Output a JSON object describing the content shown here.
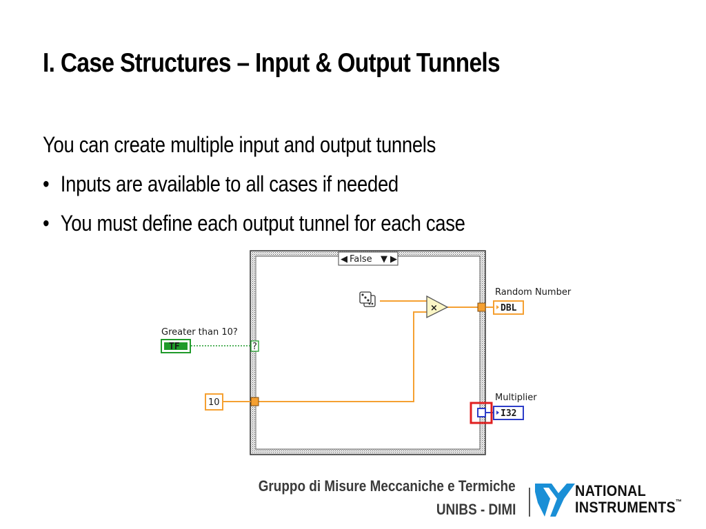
{
  "slide": {
    "title": "I. Case Structures – Input & Output Tunnels",
    "intro": "You can create multiple input and output tunnels",
    "bullets": [
      "Inputs are available to all cases if needed",
      "You must define each output tunnel for each case"
    ],
    "bullet_symbol": "•"
  },
  "diagram": {
    "case_selector": "False",
    "selector_prev": "◀",
    "selector_next": "▶",
    "selector_arrow": "▼",
    "multiply_symbol": "×",
    "selector_terminal": "?",
    "controls": {
      "boolean_label": "Greater than 10?",
      "boolean_type": "TF",
      "constant_value": "10"
    },
    "indicators": {
      "random_label": "Random Number",
      "random_type": "DBL",
      "multiplier_label": "Multiplier",
      "multiplier_type": "I32"
    },
    "colors": {
      "wire_numeric": "#f5a031",
      "wire_boolean": "#1f9a2a",
      "wire_integer": "#2c3cc8",
      "highlight": "#e02020"
    }
  },
  "footer": {
    "line1": "Gruppo di Misure Meccaniche e Termiche",
    "line2": "UNIBS - DIMI"
  },
  "logo": {
    "line1": "NATIONAL",
    "line2": "INSTRUMENTS",
    "trademark": "™",
    "color": "#1a8fd6"
  }
}
